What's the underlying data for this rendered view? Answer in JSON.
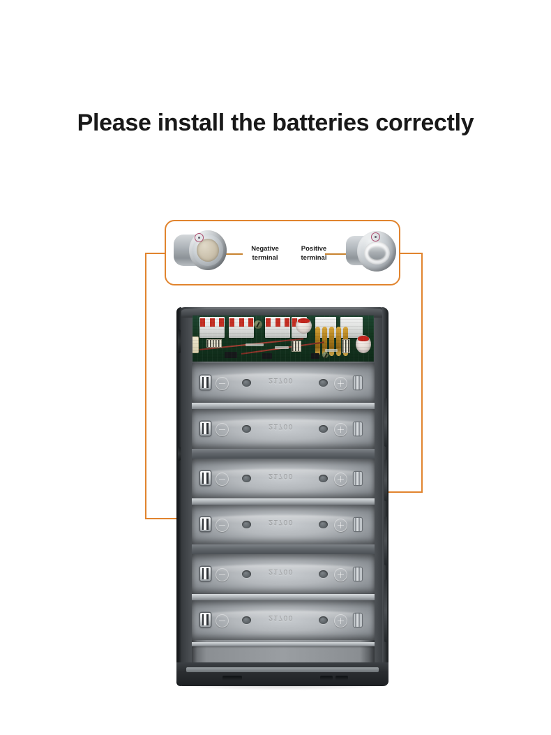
{
  "heading": {
    "text": "Please install the batteries correctly"
  },
  "callout": {
    "border_color": "#e1842e",
    "negative": {
      "label_line1": "Negative",
      "label_line2": "terminal",
      "icon": "battery-negative-terminal-icon"
    },
    "positive": {
      "label_line1": "Positive",
      "label_line2": "terminal",
      "icon": "battery-positive-terminal-icon"
    }
  },
  "guides": {
    "color": "#e1842e",
    "description": "orange leader lines from callout to battery bay"
  },
  "device": {
    "type": "21700 six-cell power bank shell",
    "pcb": {
      "color": "#14361f",
      "components": [
        "white-connector",
        "red-connector-pin",
        "coil",
        "capacitor",
        "screw",
        "pin-header"
      ]
    },
    "battery_bay": {
      "slot_count": 6,
      "slots": [
        {
          "index": 1,
          "negative_mark": "−",
          "positive_mark": "+",
          "code": "21700"
        },
        {
          "index": 2,
          "negative_mark": "−",
          "positive_mark": "+",
          "code": "21700"
        },
        {
          "index": 3,
          "negative_mark": "−",
          "positive_mark": "+",
          "code": "21700"
        },
        {
          "index": 4,
          "negative_mark": "−",
          "positive_mark": "+",
          "code": "21700"
        },
        {
          "index": 5,
          "negative_mark": "−",
          "positive_mark": "+",
          "code": "21700"
        },
        {
          "index": 6,
          "negative_mark": "−",
          "positive_mark": "+",
          "code": "21700"
        }
      ]
    }
  }
}
